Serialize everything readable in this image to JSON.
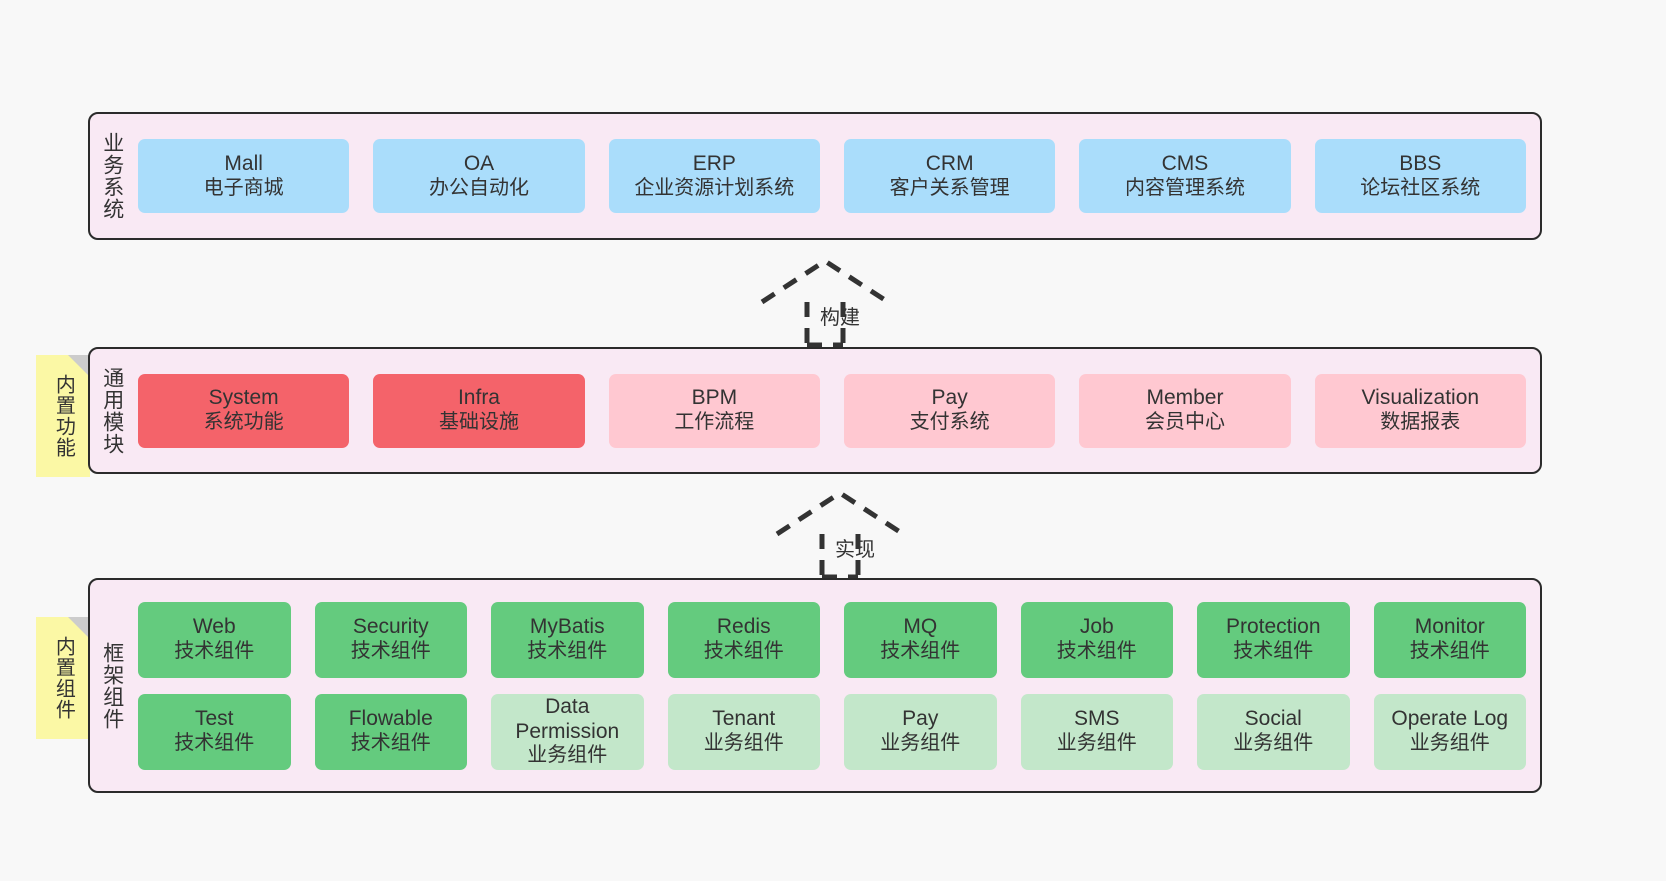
{
  "diagram": {
    "layers": [
      {
        "id": "business",
        "title": "业务系统",
        "rows": [
          {
            "cells": [
              {
                "en": "Mall",
                "cn": "电子商城",
                "style": "c-blue"
              },
              {
                "en": "OA",
                "cn": "办公自动化",
                "style": "c-blue"
              },
              {
                "en": "ERP",
                "cn": "企业资源计划系统",
                "style": "c-blue"
              },
              {
                "en": "CRM",
                "cn": "客户关系管理",
                "style": "c-blue"
              },
              {
                "en": "CMS",
                "cn": "内容管理系统",
                "style": "c-blue"
              },
              {
                "en": "BBS",
                "cn": "论坛社区系统",
                "style": "c-blue"
              }
            ]
          }
        ]
      },
      {
        "id": "modules",
        "title": "通用模块",
        "rows": [
          {
            "cells": [
              {
                "en": "System",
                "cn": "系统功能",
                "style": "c-red"
              },
              {
                "en": "Infra",
                "cn": "基础设施",
                "style": "c-red"
              },
              {
                "en": "BPM",
                "cn": "工作流程",
                "style": "c-pink"
              },
              {
                "en": "Pay",
                "cn": "支付系统",
                "style": "c-pink"
              },
              {
                "en": "Member",
                "cn": "会员中心",
                "style": "c-pink"
              },
              {
                "en": "Visualization",
                "cn": "数据报表",
                "style": "c-pink"
              }
            ]
          }
        ]
      },
      {
        "id": "frame",
        "title": "框架组件",
        "rows": [
          {
            "cells": [
              {
                "en": "Web",
                "cn": "技术组件",
                "style": "c-green"
              },
              {
                "en": "Security",
                "cn": "技术组件",
                "style": "c-green"
              },
              {
                "en": "MyBatis",
                "cn": "技术组件",
                "style": "c-green"
              },
              {
                "en": "Redis",
                "cn": "技术组件",
                "style": "c-green"
              },
              {
                "en": "MQ",
                "cn": "技术组件",
                "style": "c-green"
              },
              {
                "en": "Job",
                "cn": "技术组件",
                "style": "c-green"
              },
              {
                "en": "Protection",
                "cn": "技术组件",
                "style": "c-green"
              },
              {
                "en": "Monitor",
                "cn": "技术组件",
                "style": "c-green"
              }
            ]
          },
          {
            "cells": [
              {
                "en": "Test",
                "cn": "技术组件",
                "style": "c-green"
              },
              {
                "en": "Flowable",
                "cn": "技术组件",
                "style": "c-green"
              },
              {
                "en": "Data Permission",
                "cn": "业务组件",
                "style": "c-lightgreen"
              },
              {
                "en": "Tenant",
                "cn": "业务组件",
                "style": "c-lightgreen"
              },
              {
                "en": "Pay",
                "cn": "业务组件",
                "style": "c-lightgreen"
              },
              {
                "en": "SMS",
                "cn": "业务组件",
                "style": "c-lightgreen"
              },
              {
                "en": "Social",
                "cn": "业务组件",
                "style": "c-lightgreen"
              },
              {
                "en": "Operate Log",
                "cn": "业务组件",
                "style": "c-lightgreen"
              }
            ]
          }
        ]
      }
    ],
    "connectors": [
      {
        "id": "build",
        "label": "构建"
      },
      {
        "id": "implement",
        "label": "实现"
      }
    ],
    "sticky_notes": [
      {
        "id": "functions",
        "label": "内置功能"
      },
      {
        "id": "components",
        "label": "内置组件"
      }
    ],
    "colors": {
      "layer_background": "#f9e9f4",
      "layer_border": "#2b2b2b",
      "business_card": "#aaddfb",
      "module_primary_card": "#f4636a",
      "module_secondary_card": "#ffc8d1",
      "tech_component_card": "#64cb7e",
      "business_component_card": "#c3e7ca",
      "sticky_note": "#fbf8a5",
      "sticky_fold": "#cccccc",
      "canvas": "#f8f8f8"
    }
  }
}
